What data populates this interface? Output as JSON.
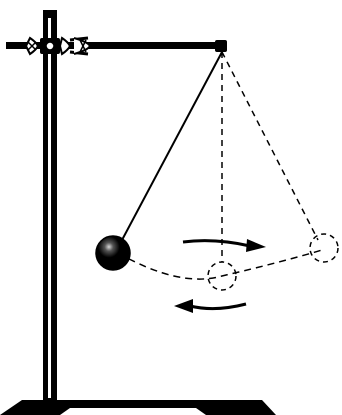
{
  "scene": {
    "subject": "pendulum-on-stand",
    "colors": {
      "background": "#ffffff",
      "ink": "#000000",
      "bob_highlight": "#d8d8d8"
    },
    "swing": {
      "paths_style": "dashed",
      "directions": [
        "right",
        "left"
      ]
    }
  }
}
